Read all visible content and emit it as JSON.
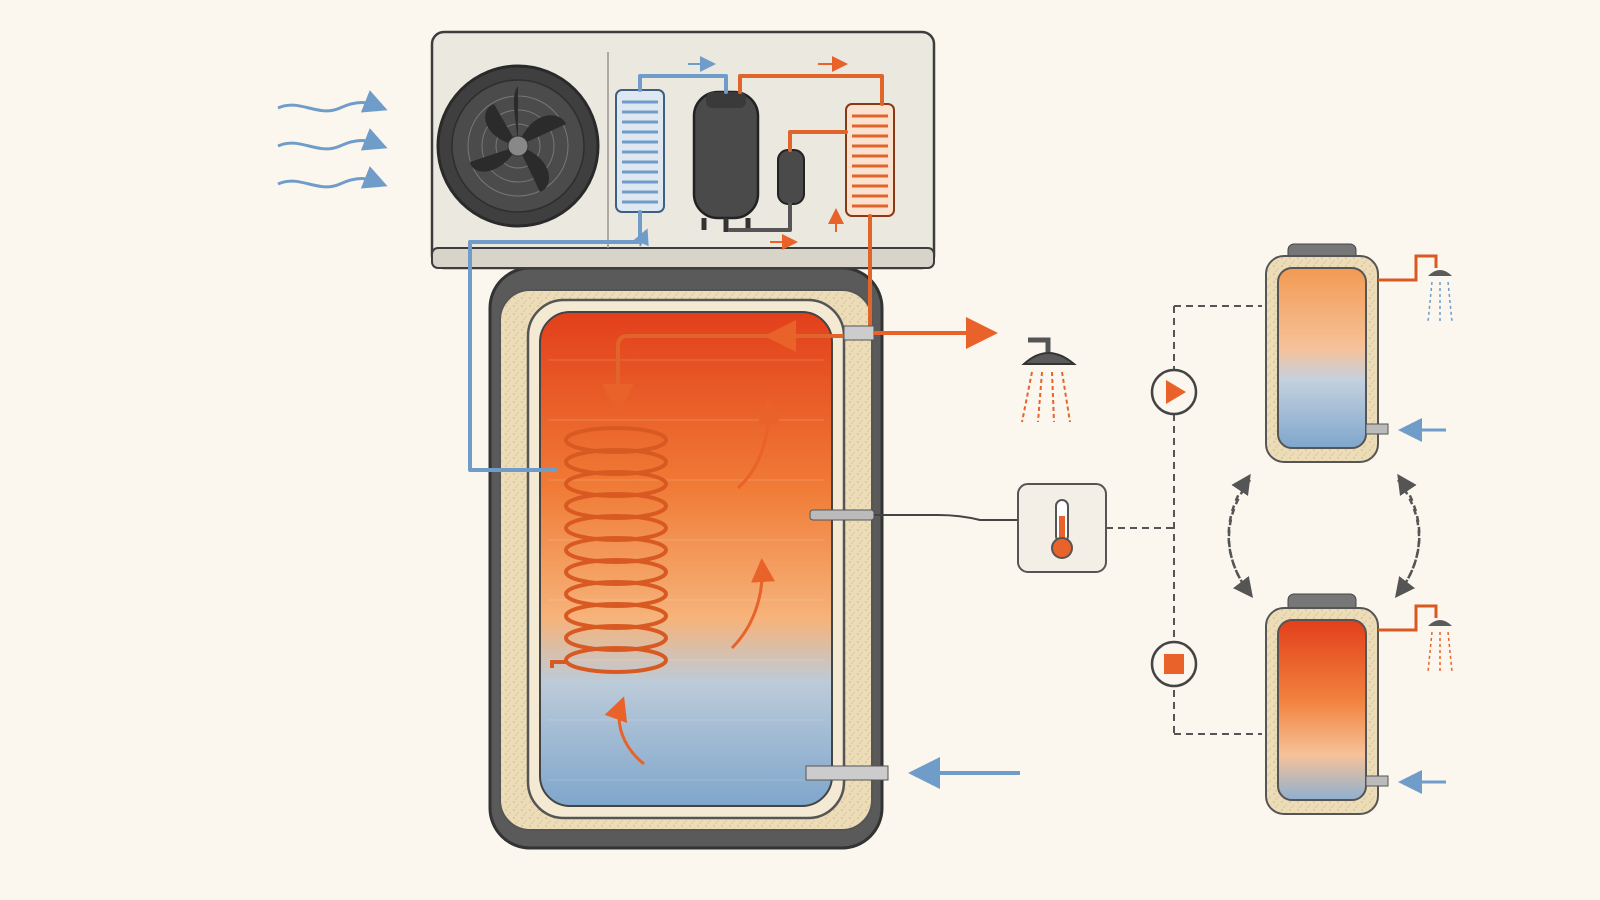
{
  "diagram": {
    "type": "heat-pump-water-heater",
    "labels": [],
    "icons": [
      "air-inflow-arrows-icon",
      "fan-icon",
      "evaporator-coil-icon",
      "compressor-icon",
      "condenser-coil-icon",
      "heating-coil-icon",
      "shower-head-icon",
      "thermostat-icon",
      "play-icon",
      "stop-icon",
      "cold-inlet-arrow-icon"
    ],
    "colors": {
      "background": "#fbf7ee",
      "hot": "#e8501e",
      "warm": "#f49a4a",
      "cold": "#8fb2d3",
      "cold_pipe": "#6f9cc8",
      "copper": "#e0652a",
      "insulation": "#ecdcb8",
      "outline": "#3d3d3d",
      "casing": "#ebe8e0",
      "shell": "#5a5a5a"
    },
    "small_tanks": [
      {
        "state": "running",
        "control": "play-icon"
      },
      {
        "state": "stopped",
        "control": "stop-icon"
      }
    ]
  }
}
